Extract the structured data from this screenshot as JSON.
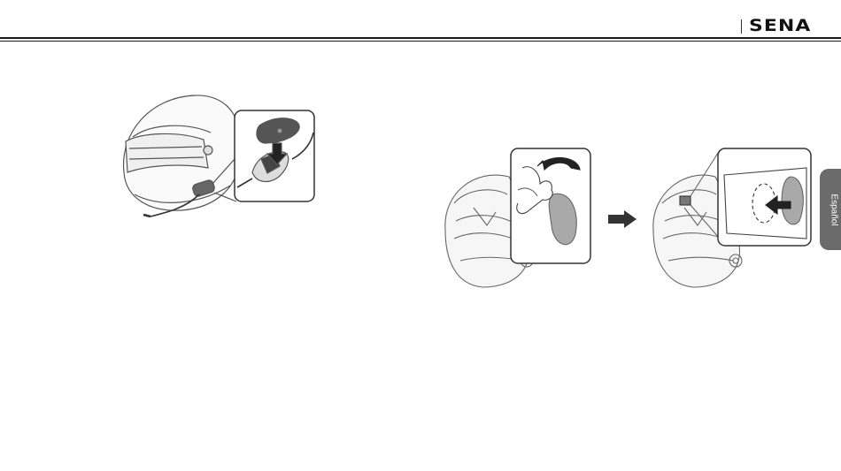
{
  "header": {
    "logo_text": "SENA"
  },
  "side_tab": {
    "label": "Español",
    "color": "#6b6b6b"
  },
  "figures": [
    {
      "name": "helmet-speaker-clip-illustration",
      "icon": "helmet-with-clip-icon"
    },
    {
      "name": "helmet-pad-peel-illustration",
      "icon": "helmet-pad-peel-icon"
    },
    {
      "name": "step-arrow",
      "icon": "arrow-right-icon"
    },
    {
      "name": "helmet-pad-attach-illustration",
      "icon": "helmet-pad-attach-icon"
    }
  ]
}
